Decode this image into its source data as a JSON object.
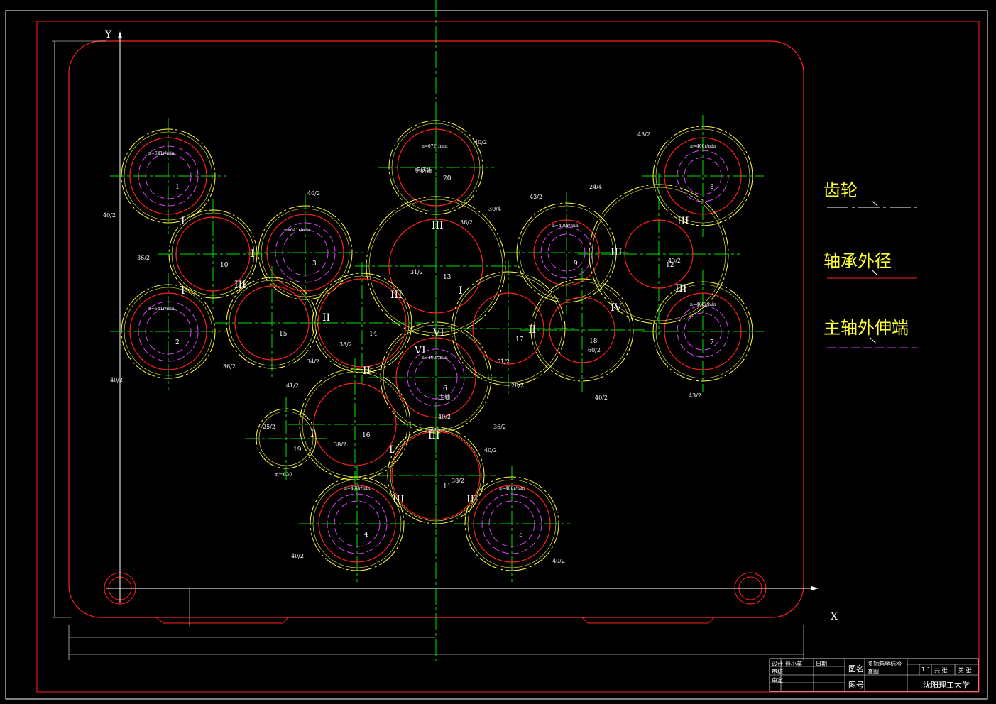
{
  "axes": {
    "y_label": "Y",
    "x_label": "X"
  },
  "legend": {
    "gear_label": "齿轮",
    "bearing_label": "轴承外径",
    "spindle_label": "主轴外伸端"
  },
  "colors": {
    "background": "#000000",
    "frame": "#ff2020",
    "centerline": "#00e000",
    "gear": "#ffff40",
    "bearing": "#ff2020",
    "spindle": "#e040ff",
    "text": "#ffffff",
    "legend_text": "#ffff33"
  },
  "shafts": [
    {
      "id": "1",
      "spindle": true,
      "speed": "n=641r/min"
    },
    {
      "id": "2",
      "spindle": true,
      "speed": "n=641r/min"
    },
    {
      "id": "3",
      "spindle": true,
      "speed": "n=641r/min"
    },
    {
      "id": "4",
      "spindle": true,
      "speed": "n=400r/min"
    },
    {
      "id": "5",
      "spindle": true,
      "speed": "n=400r/min"
    },
    {
      "id": "6",
      "spindle": true,
      "speed": "n=400r/min"
    },
    {
      "id": "7",
      "spindle": true,
      "speed": "n=400r/min"
    },
    {
      "id": "8",
      "spindle": true,
      "speed": "n=400r/min"
    },
    {
      "id": "9",
      "spindle": true,
      "speed": "n=400r/min"
    },
    {
      "id": "20",
      "spindle": false,
      "speed": "n=672r/min"
    },
    {
      "id": "10",
      "spindle": false,
      "speed": ""
    },
    {
      "id": "11",
      "spindle": false,
      "speed": ""
    },
    {
      "id": "12",
      "spindle": false,
      "speed": ""
    },
    {
      "id": "13",
      "spindle": false,
      "speed": ""
    },
    {
      "id": "14",
      "spindle": false,
      "speed": ""
    },
    {
      "id": "15",
      "spindle": false,
      "speed": ""
    },
    {
      "id": "16",
      "spindle": false,
      "speed": ""
    },
    {
      "id": "17",
      "spindle": false,
      "speed": ""
    },
    {
      "id": "18",
      "spindle": false,
      "speed": ""
    },
    {
      "id": "19",
      "spindle": false,
      "speed": ""
    }
  ],
  "annotations": {
    "shaft20_note": "手柄轴",
    "shaft16_note": "n=672r/min",
    "shaft6_note": "主轴",
    "shaft19_note": "n=630"
  },
  "gear_labels": [
    "40/2",
    "40/2",
    "40/2",
    "40/2",
    "40/2",
    "40/2",
    "40/2",
    "40/2",
    "40/2",
    "43/2",
    "43/2",
    "43/2",
    "43/2",
    "36/2",
    "36/2",
    "38/2",
    "38/2",
    "38/2",
    "36/2",
    "30/4",
    "31/2",
    "34/2",
    "41/2",
    "51/2",
    "25/2",
    "28/2",
    "36/2",
    "24/4",
    "60/2"
  ],
  "roman_numerals": [
    "I",
    "I",
    "I",
    "I",
    "I",
    "I",
    "II",
    "II",
    "II",
    "III",
    "III",
    "III",
    "III",
    "III",
    "III",
    "III",
    "III",
    "III",
    "IV",
    "VI",
    "VI"
  ],
  "title_block": {
    "drawn": "设计",
    "drawn_name": "聂小英",
    "date": "日期",
    "check": "审核",
    "approve": "审定",
    "title_label": "图名",
    "title_value": "多轴箱坐标检查图",
    "number_label": "图号",
    "scale": "1:1",
    "sheet_total": "共 张",
    "sheet_no": "第 张",
    "school": "沈阳理工大学"
  }
}
